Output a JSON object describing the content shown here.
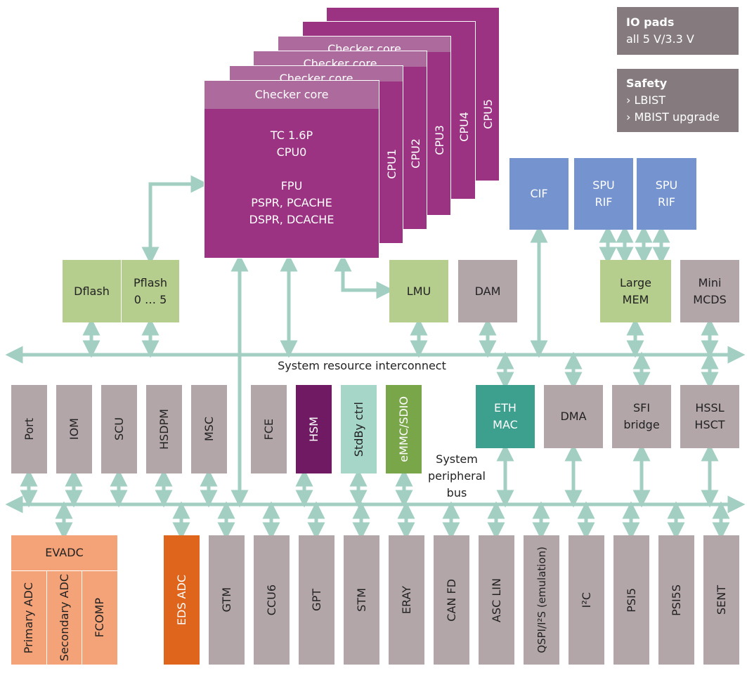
{
  "io_pads": {
    "title": "IO pads",
    "subtitle": "all 5 V/3.3 V"
  },
  "safety": {
    "title": "Safety",
    "items": [
      "› LBIST",
      "› MBIST upgrade"
    ]
  },
  "cpu_stack": {
    "checker_label": "Checker core",
    "cpu0_lines": [
      "TC 1.6P",
      "CPU0",
      "",
      "FPU",
      "PSPR, PCACHE",
      "DSPR, DCACHE"
    ],
    "back_cpus": [
      "CPU1",
      "CPU2",
      "CPU3",
      "CPU4",
      "CPU5"
    ]
  },
  "memory": {
    "dflash": "Dflash",
    "pflash": [
      "Pflash",
      "0 … 5"
    ],
    "lmu": "LMU",
    "dam": "DAM",
    "cif": "CIF",
    "spu_rif_1": [
      "SPU",
      "RIF"
    ],
    "spu_rif_2": [
      "SPU",
      "RIF"
    ],
    "large_mem": [
      "Large",
      "MEM"
    ],
    "mini_mcds": [
      "Mini",
      "MCDS"
    ]
  },
  "buses": {
    "sri": "System resource interconnect",
    "spb": [
      "System",
      "peripheral",
      "bus"
    ]
  },
  "mid_row": {
    "port": "Port",
    "iom": "IOM",
    "scu": "SCU",
    "hsdpm": "HSDPM",
    "msc": "MSC",
    "fce": "FCE",
    "hsm": "HSM",
    "stdby": "StdBy ctrl",
    "emmc": "eMMC/SDIO",
    "eth": [
      "ETH",
      "MAC"
    ],
    "dma": "DMA",
    "sfi": [
      "SFI",
      "bridge"
    ],
    "hssl": [
      "HSSL",
      "HSCT"
    ]
  },
  "bottom_row": {
    "evadc": "EVADC",
    "evadc_sub": [
      "Primary ADC",
      "Secondary ADC",
      "FCOMP"
    ],
    "eds_adc": "EDS ADC",
    "gtm": "GTM",
    "ccu6": "CCU6",
    "gpt": "GPT",
    "stm": "STM",
    "eray": "ERAY",
    "canfd": "CAN FD",
    "asclin": "ASC LIN",
    "qspi": "QSPI/I²S (emulation)",
    "i2c": "I²C",
    "psi5": "PSI5",
    "psi5s": "PSI5S",
    "sent": "SENT"
  },
  "colors": {
    "arrow": "#a3cfc3",
    "cpu": "#9b3382",
    "checker": "#ad6b9d"
  }
}
